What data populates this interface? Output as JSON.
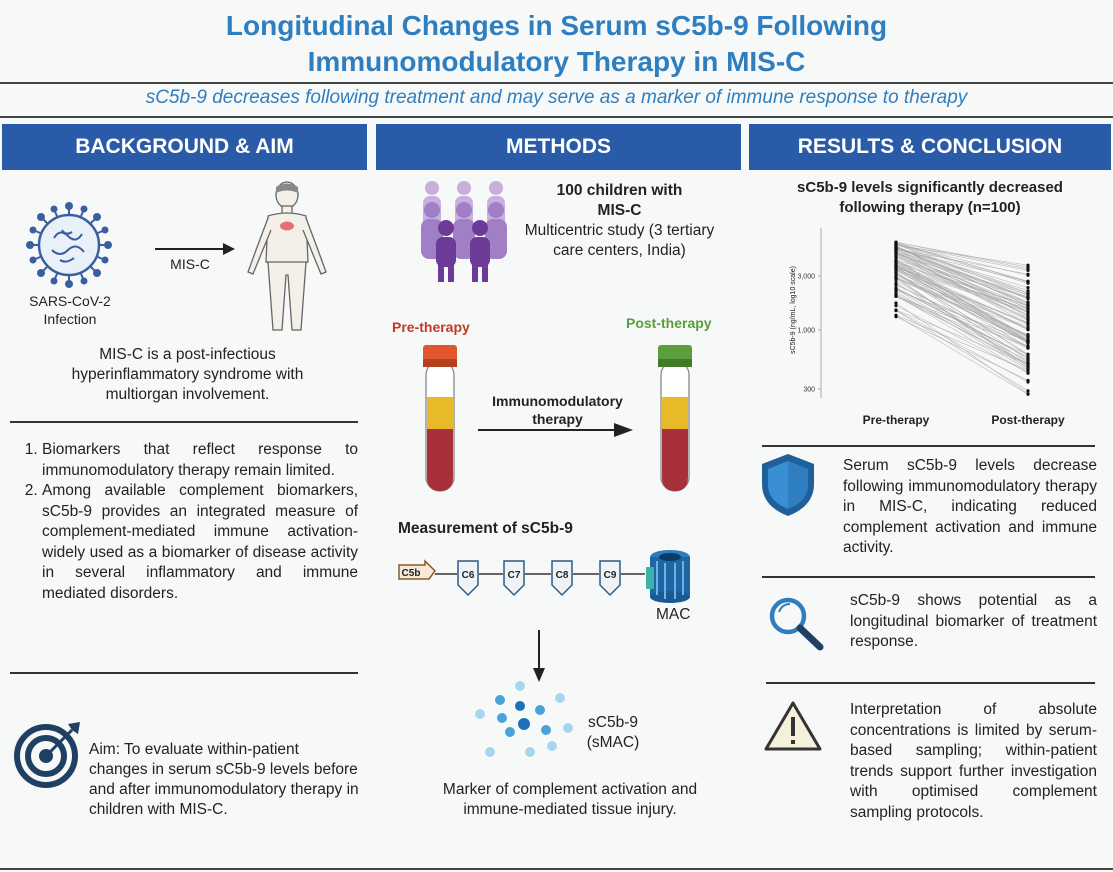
{
  "header": {
    "title_line1": "Longitudinal Changes in Serum sC5b-9 Following",
    "title_line2": "Immunomodulatory Therapy in MIS-C",
    "subtitle": "sC5b-9 decreases following treatment and may serve as a marker of immune response to therapy"
  },
  "columns": {
    "background": "BACKGROUND & AIM",
    "methods": "METHODS",
    "results": "RESULTS & CONCLUSION"
  },
  "background": {
    "virus_label_line1": "SARS-CoV-2",
    "virus_label_line2": "Infection",
    "arrow_label": "MIS-C",
    "misc_desc": "MIS-C is a post-infectious hyperinflammatory syndrome with multiorgan involvement.",
    "points": [
      "Biomarkers that reflect response to immunomodulatory therapy remain limited.",
      "Among available complement biomarkers, sC5b-9 provides an integrated measure of complement-mediated immune activation-widely used as a biomarker of disease activity in several inflammatory and immune mediated disorders."
    ],
    "aim": "Aim: To evaluate within-patient changes in serum sC5b-9 levels before and after immunomodulatory therapy in children with MIS-C."
  },
  "methods": {
    "cohort_bold": "100 children with MIS-C",
    "cohort_detail": "Multicentric study (3 tertiary care centers, India)",
    "pre_label": "Pre-therapy",
    "post_label": "Post-therapy",
    "therapy_label_line1": "Immunomodulatory",
    "therapy_label_line2": "therapy",
    "measurement_label": "Measurement of  sC5b-9",
    "complement_components": [
      "C5b",
      "C6",
      "C7",
      "C8",
      "C9"
    ],
    "mac_label": "MAC",
    "smac_label_line1": "sC5b-9",
    "smac_label_line2": "(sMAC)",
    "marker_desc": "Marker of complement activation and immune-mediated tissue injury."
  },
  "results": {
    "chart_title_line1": "sC5b-9 levels significantly decreased",
    "chart_title_line2": "following therapy (n=100)",
    "findings": [
      "Serum sC5b-9 levels decrease following immunomodulatory therapy in MIS-C, indicating reduced complement activation and immune activity.",
      "sC5b-9 shows potential as a longitudinal biomarker of treatment response.",
      "Interpretation of absolute concentrations is limited by serum-based sampling; within-patient trends support further investigation with optimised complement sampling protocols."
    ]
  },
  "colors": {
    "title": "#2f7ec0",
    "header_bar": "#2a5ba8",
    "pre_label": "#c0392b",
    "post_label": "#5a9e3a",
    "shield": "#2f7ec0",
    "target": "#1f3f63"
  },
  "chart_data": {
    "type": "line",
    "ylabel": "sC5b-9 (ng/mL, log10 scale)",
    "yscale": "log",
    "categories": [
      "Pre-therapy",
      "Post-therapy"
    ],
    "yticks": [
      300,
      1000,
      3000
    ],
    "ytick_labels": [
      "300",
      "1,000",
      "3,000"
    ],
    "ylim": [
      250,
      8000
    ],
    "n": 100,
    "pre_range": [
      1300,
      6000
    ],
    "post_range": [
      270,
      3800
    ],
    "grid": false,
    "legend": "none"
  }
}
